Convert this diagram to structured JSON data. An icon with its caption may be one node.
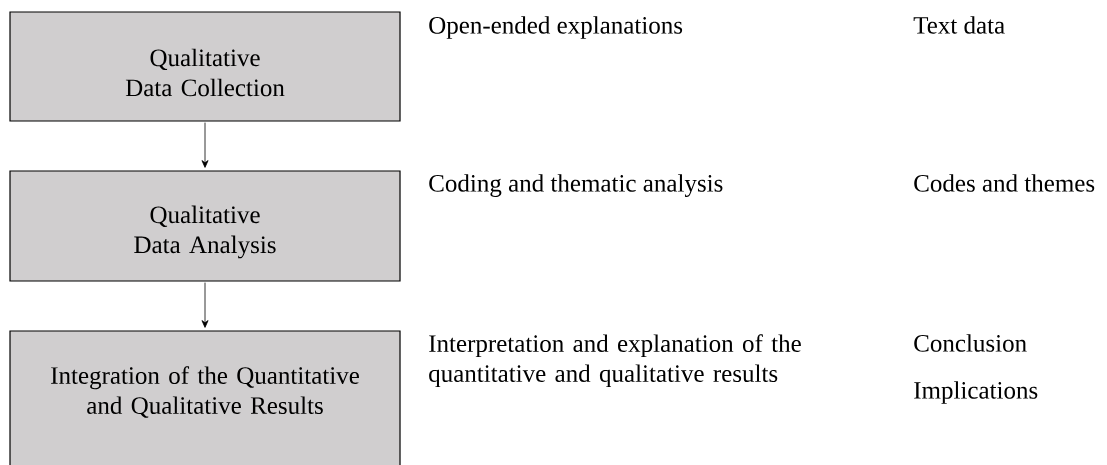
{
  "diagram": {
    "nodes": [
      {
        "text": [
          "Qualitative Data Collection"
        ]
      },
      {
        "text": [
          "Qualitative Data Analysis"
        ]
      },
      {
        "text": [
          "Integration of the Quantitative and Qualitative Results"
        ]
      }
    ],
    "edges": [
      {
        "from": 0,
        "to": 1,
        "arrow": "to"
      },
      {
        "from": 1,
        "to": 2,
        "arrow": "to"
      }
    ],
    "labels": [
      "Open-ended explanations",
      "Text data",
      "Coding and thematic analysis",
      "Codes and themes",
      "Interpretation and explanation of the quantitative and qualitative results",
      "Conclusion",
      "Implications"
    ]
  }
}
